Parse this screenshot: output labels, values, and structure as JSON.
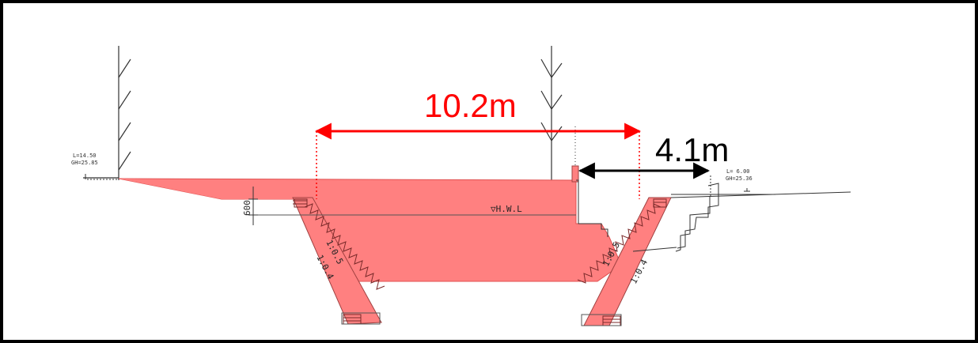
{
  "diagram": {
    "dim_main": "10.2m",
    "dim_side": "4.1m",
    "left_station_L": "L=14.50",
    "left_station_GH": "GH=25.85",
    "right_station_L": "L= 6.00",
    "right_station_GH": "GH=25.36",
    "hwl_label": "▽H.W.L",
    "freeboard": "600",
    "slope_inner_left": "1:0.5",
    "slope_outer_left": "1:0.4",
    "slope_inner_right": "1:0.5",
    "slope_outer_right": "1:0.4",
    "colors": {
      "fill": "#ff8080",
      "fill_stroke": "#e05050",
      "dimension_red": "#ff0000",
      "dimension_black": "#000000",
      "border": "#000000"
    }
  }
}
